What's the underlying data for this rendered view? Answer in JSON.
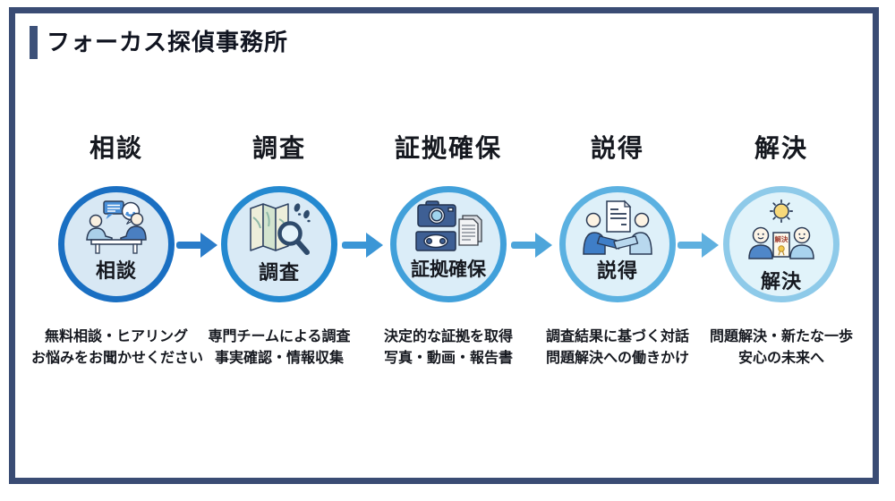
{
  "page": {
    "title": "フォーカス探偵事務所"
  },
  "colors": {
    "frame_border": "#3a4c74",
    "accent_bar": "#3d5179",
    "text": "#15181f"
  },
  "steps": [
    {
      "title": "相談",
      "circle_label": "相談",
      "icon": "consultation-icon",
      "circle_border": "#1a6fc2",
      "circle_fill": "#d8e8f4",
      "description_line1": "無料相談・ヒアリング",
      "description_line2": "お悩みをお聞かせください"
    },
    {
      "title": "調査",
      "circle_label": "調査",
      "icon": "investigation-icon",
      "circle_border": "#2489d0",
      "circle_fill": "#d9eaf6",
      "description_line1": "専門チームによる調査",
      "description_line2": "事実確認・情報収集"
    },
    {
      "title": "証拠確保",
      "circle_label": "証拠確保",
      "icon": "evidence-icon",
      "circle_border": "#41a0da",
      "circle_fill": "#dbedf8",
      "description_line1": "決定的な証拠を取得",
      "description_line2": "写真・動画・報告書"
    },
    {
      "title": "説得",
      "circle_label": "説得",
      "icon": "persuasion-icon",
      "circle_border": "#5bb1e1",
      "circle_fill": "#def0f9",
      "description_line1": "調査結果に基づく対話",
      "description_line2": "問題解決への働きかけ"
    },
    {
      "title": "解決",
      "circle_label": "解決",
      "icon": "resolution-icon",
      "certificate_label": "解決",
      "circle_border": "#8ecae9",
      "circle_fill": "#e1f3fa",
      "description_line1": "問題解決・新たな一歩",
      "description_line2": "安心の未来へ"
    }
  ],
  "arrows": [
    {
      "color": "#2a7cc9"
    },
    {
      "color": "#3b96d6"
    },
    {
      "color": "#4da5da"
    },
    {
      "color": "#5fb0df"
    }
  ]
}
